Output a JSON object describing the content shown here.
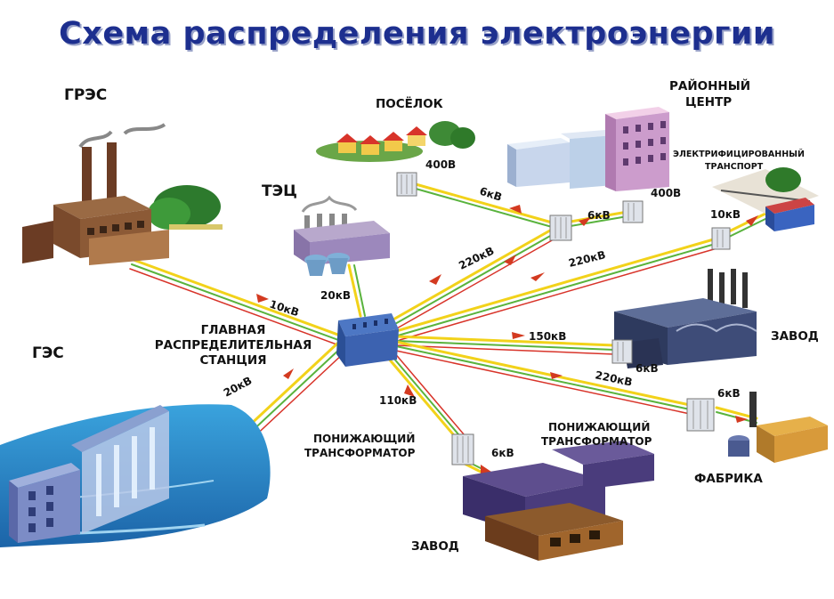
{
  "title": "Схема распределения электроэнергии",
  "nodes": {
    "gres": "ГРЭС",
    "ges": "ГЭС",
    "tec": "ТЭЦ",
    "main_station": [
      "ГЛАВНАЯ",
      "РАСПРЕДЕЛИТЕЛЬНАЯ",
      "СТАНЦИЯ"
    ],
    "village": "ПОСЁЛОК",
    "district_center": [
      "РАЙОННЫЙ",
      "ЦЕНТР"
    ],
    "electric_transport": [
      "ЭЛЕКТРИФИЦИРОВАННЫЙ",
      "ТРАНСПОРТ"
    ],
    "plant_right": "ЗАВОД",
    "plant_bottom": "ЗАВОД",
    "factory": "ФАБРИКА",
    "step_down_left": [
      "ПОНИЖАЮЩИЙ",
      "ТРАНСФОРМАТОР"
    ],
    "step_down_right": [
      "ПОНИЖАЮЩИЙ",
      "ТРАНСФОРМАТОР"
    ]
  },
  "voltages": {
    "village_400": "400В",
    "line_6kv_village": "6кВ",
    "center_400": "400В",
    "line_6kv_center": "6кВ",
    "line_10kv_transport": "10кВ",
    "line_220kv_a": "220кВ",
    "line_220kv_b": "220кВ",
    "gres_10kv": "10кВ",
    "tec_20kv": "20кВ",
    "ges_20kv": "20кВ",
    "line_150kv": "150кВ",
    "plant_6kv": "6кВ",
    "line_220kv_c": "220кВ",
    "factory_6kv": "6кВ",
    "line_110kv": "110кВ",
    "bottom_6kv": "6кВ"
  },
  "colors": {
    "title": "#1d2f8f",
    "line_yellow": "#f2d21a",
    "line_green": "#59b33d",
    "line_red": "#d8342a",
    "arrow": "#d33a20"
  }
}
